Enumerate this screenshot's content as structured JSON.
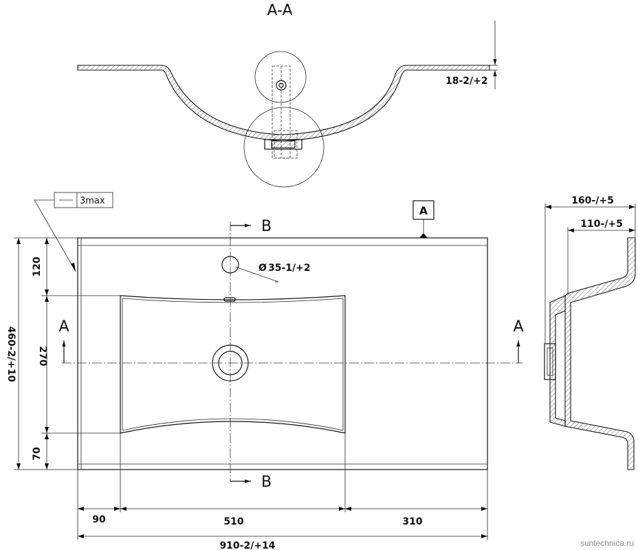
{
  "section_view": {
    "title": "A-A",
    "rim_thickness_dim": "18-2/+2"
  },
  "plan_view": {
    "dim_total_depth": "460-2/+10",
    "dim_back": "120",
    "dim_bowl_depth": "270",
    "dim_front": "70",
    "dim_left": "90",
    "dim_bowl_width": "510",
    "dim_right": "310",
    "dim_total_width": "910-2/+14",
    "tap_hole_dim": "35-1/+2",
    "diameter_symbol": "Ø",
    "flatness_tolerance": "3max",
    "datum_label": "A",
    "section_a_label": "A",
    "section_b_label": "B"
  },
  "side_view": {
    "dim_outer": "160-/+5",
    "dim_inner": "110-/+5"
  },
  "watermark": "suntechnica.ru"
}
